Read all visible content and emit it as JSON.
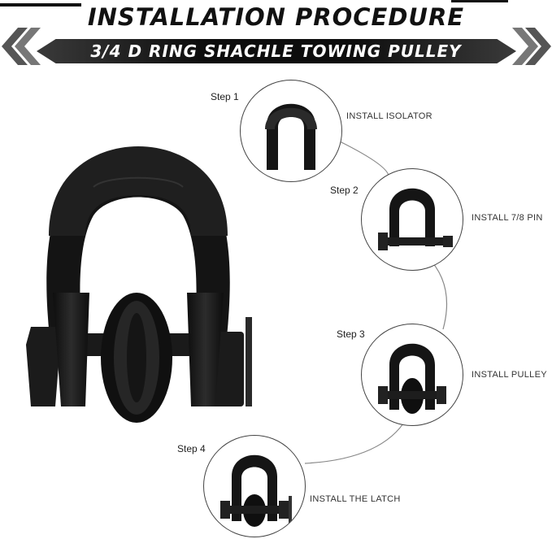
{
  "header": {
    "title": "INSTALLATION PROCEDURE",
    "subtitle": "3/4 D RING SHACHLE TOWING PULLEY"
  },
  "steps": [
    {
      "label": "Step 1",
      "description": "INSTALL ISOLATOR"
    },
    {
      "label": "Step 2",
      "description": "INSTALL 7/8 PIN"
    },
    {
      "label": "Step 3",
      "description": "INSTALL PULLEY"
    },
    {
      "label": "Step 4",
      "description": "INSTALL THE LATCH"
    }
  ]
}
